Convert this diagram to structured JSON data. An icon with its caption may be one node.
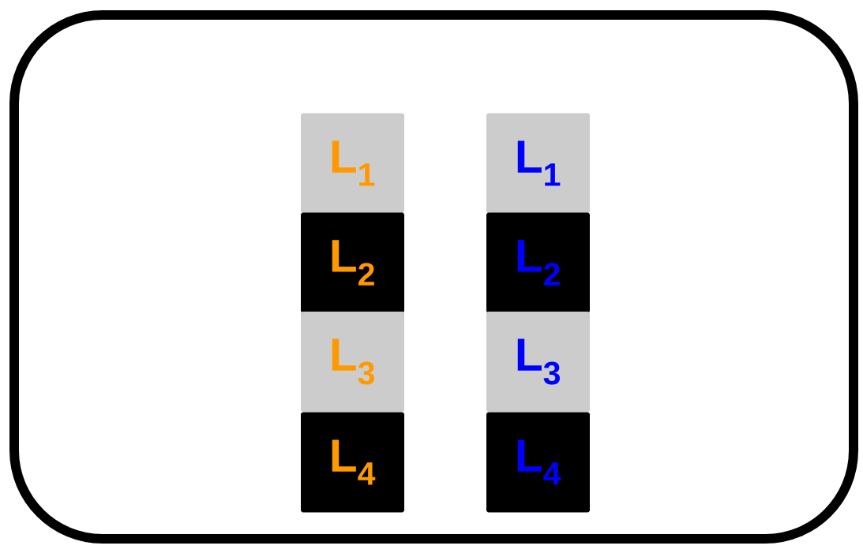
{
  "diagram": {
    "nodes": [
      {
        "text": [],
        "shape": "box"
      },
      {
        "text": [
          "L$_{1}$"
        ],
        "in": 0
      },
      {
        "text": [
          "L$_{2}$"
        ],
        "in": 0
      },
      {
        "text": [
          "L$_{3}$"
        ],
        "in": 0
      },
      {
        "text": [
          "L$_{4}$"
        ],
        "in": 0
      },
      {
        "text": [
          "L$_{1}$"
        ],
        "in": 0
      },
      {
        "text": [
          "L$_{2}$"
        ],
        "in": 0
      },
      {
        "text": [
          "L$_{3}$"
        ],
        "in": 0
      },
      {
        "text": [
          "L$_{4}$"
        ],
        "in": 0
      }
    ]
  }
}
